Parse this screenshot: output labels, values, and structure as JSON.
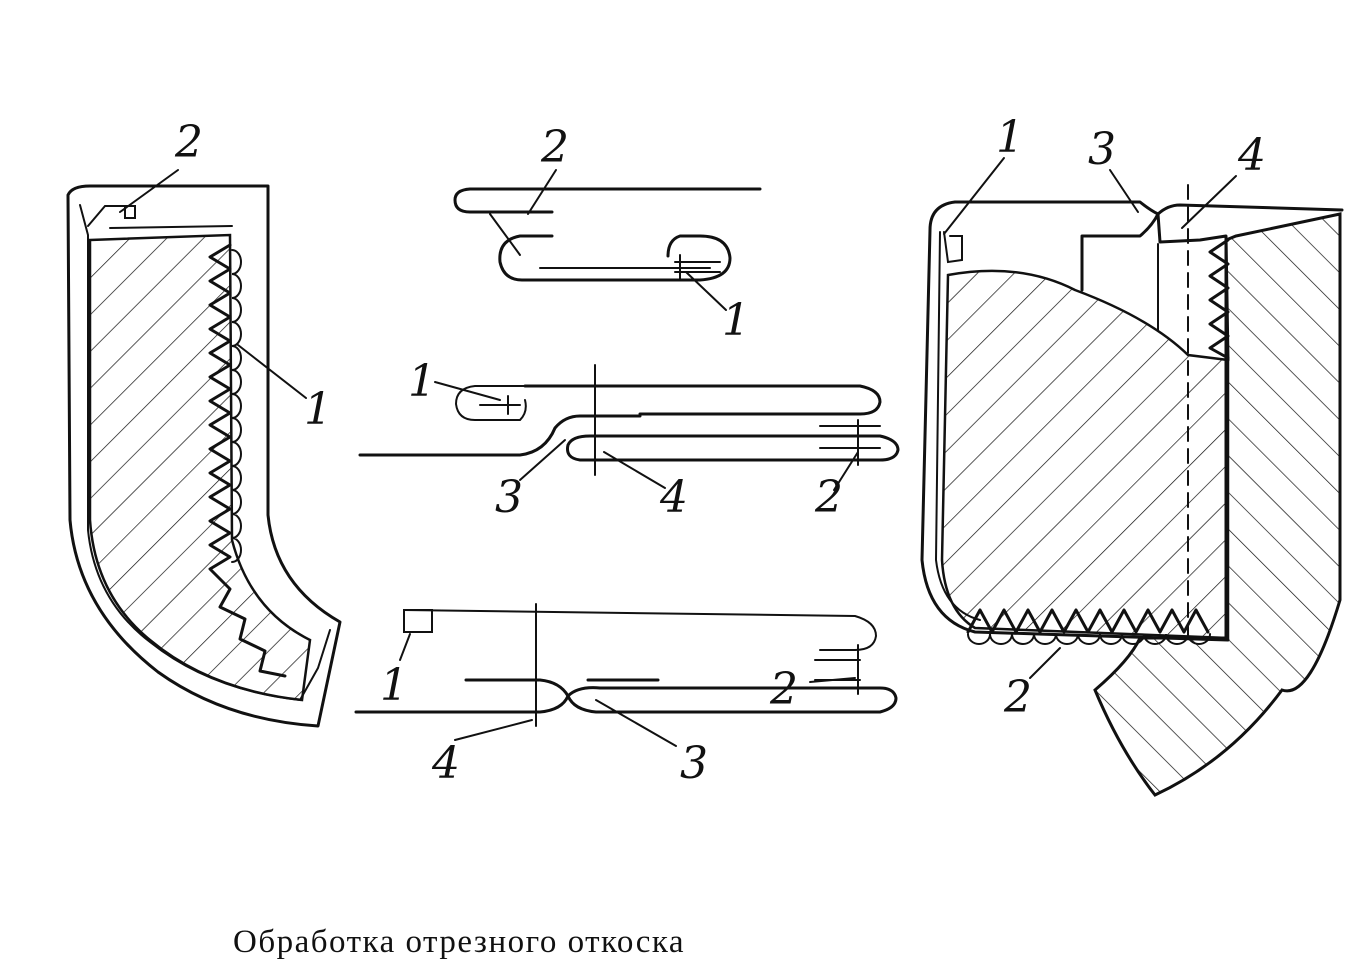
{
  "caption": "Обработка отрезного откоска",
  "labels": {
    "left": {
      "l1": "1",
      "l2": "2"
    },
    "mid_top": {
      "l1": "1",
      "l2": "2"
    },
    "mid_center": {
      "l1": "1",
      "l2": "2",
      "l3": "3",
      "l4": "4"
    },
    "mid_bottom": {
      "l1": "1",
      "l2": "2",
      "l3": "3",
      "l4": "4"
    },
    "right": {
      "l1": "1",
      "l2": "2",
      "l3": "3",
      "l4": "4"
    }
  },
  "colors": {
    "ink": "#111111",
    "paper": "#ffffff"
  }
}
